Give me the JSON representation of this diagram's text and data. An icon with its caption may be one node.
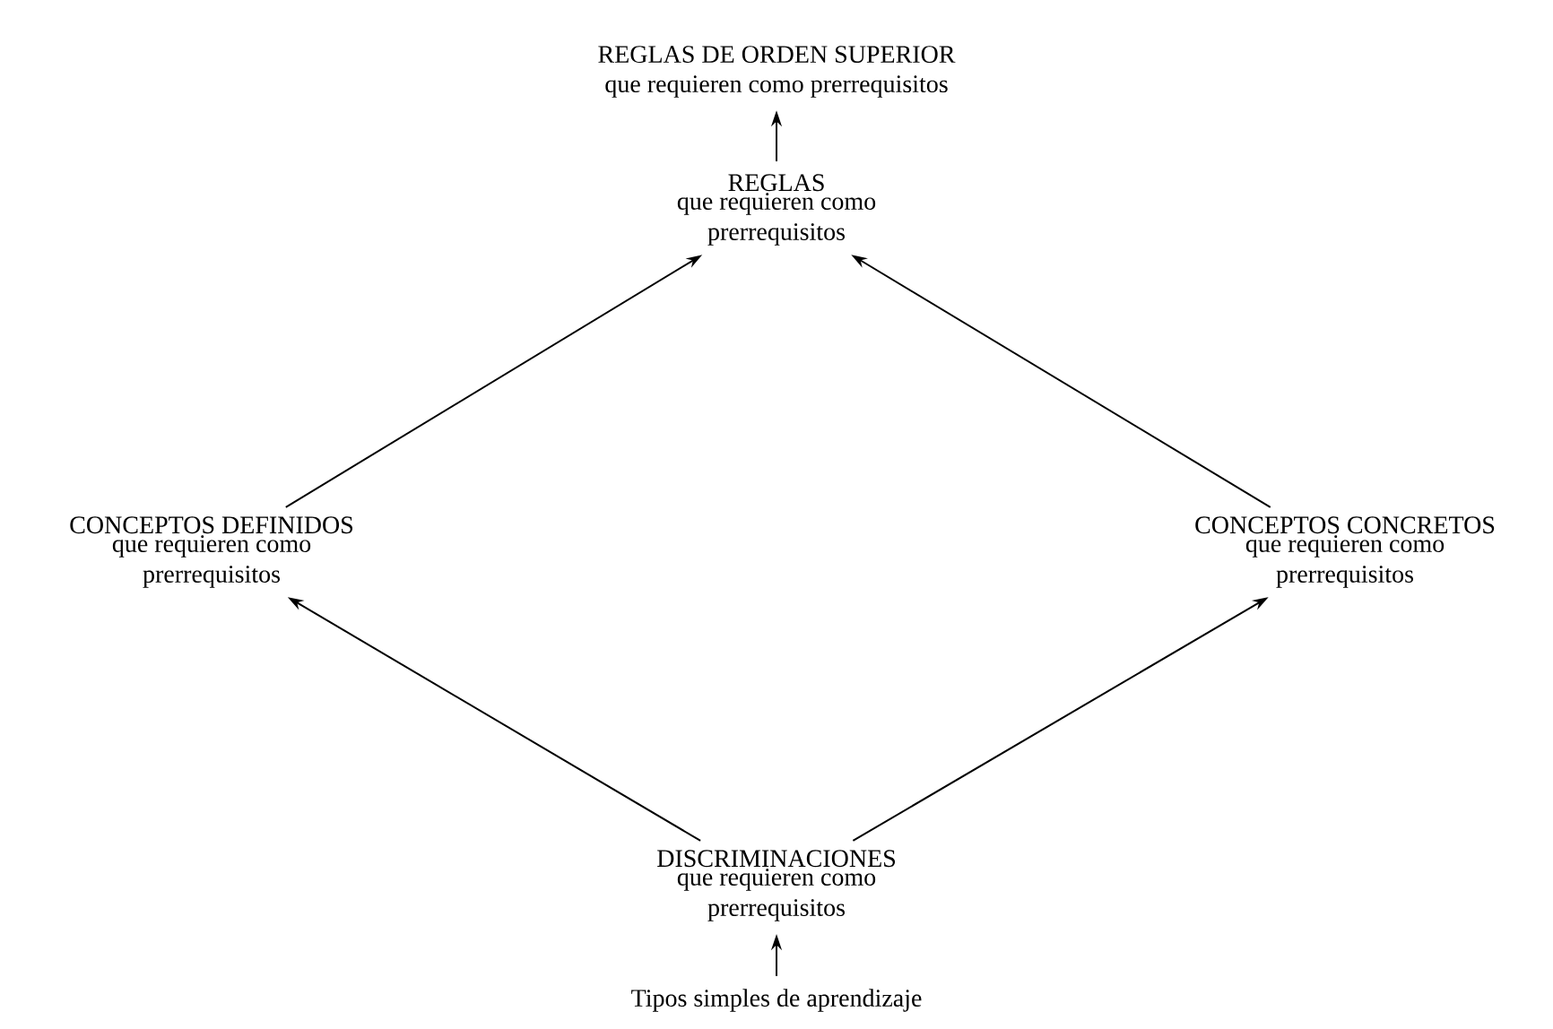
{
  "diagram": {
    "nodes": [
      {
        "text": [
          "REGLAS DE ORDEN SUPERIOR",
          "que requieren como prerrequisitos"
        ]
      },
      {
        "text": [
          "REGLAS",
          "que requieren como prerrequisitos"
        ]
      },
      {
        "text": [
          "CONCEPTOS DEFINIDOS",
          "que requieren como prerrequisitos"
        ]
      },
      {
        "text": [
          "CONCEPTOS CONCRETOS",
          "que requieren como prerrequisitos"
        ]
      },
      {
        "text": [
          "DISCRIMINACIONES",
          "que requieren como prerrequisitos"
        ]
      },
      {
        "text": [
          "Tipos simples de aprendizaje"
        ]
      }
    ],
    "edges": [
      {
        "from": 1,
        "to": 0,
        "arrow": "to"
      },
      {
        "from": 2,
        "to": 1,
        "arrow": "to"
      },
      {
        "from": 3,
        "to": 1,
        "arrow": "to"
      },
      {
        "from": 4,
        "to": 2,
        "arrow": "to"
      },
      {
        "from": 4,
        "to": 3,
        "arrow": "to"
      },
      {
        "from": 5,
        "to": 4,
        "arrow": "to"
      }
    ]
  }
}
